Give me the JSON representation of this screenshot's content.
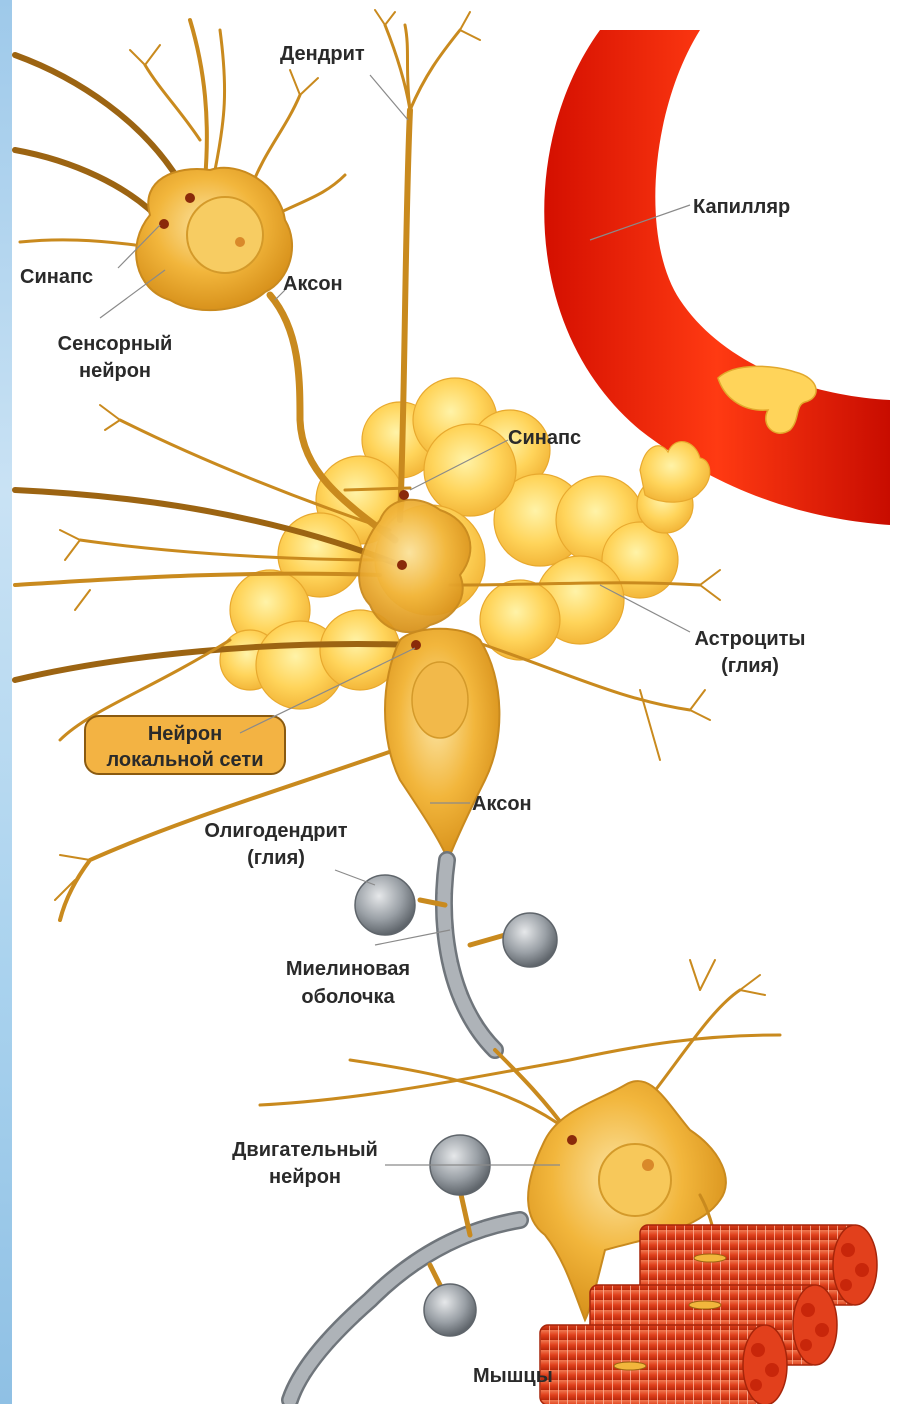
{
  "labels": {
    "dendrite": "Дендрит",
    "capillary": "Капилляр",
    "synapse_top": "Синапс",
    "axon_top": "Аксон",
    "sensory_neuron_line1": "Сенсорный",
    "sensory_neuron_line2": "нейрон",
    "synapse_mid": "Синапс",
    "astrocytes_line1": "Астроциты",
    "astrocytes_line2": "(глия)",
    "local_neuron_line1": "Нейрон",
    "local_neuron_line2": "локальной сети",
    "axon_mid": "Аксон",
    "oligodendrite_line1": "Олигодендрит",
    "oligodendrite_line2": "(глия)",
    "myelin_line1": "Миелиновая",
    "myelin_line2": "оболочка",
    "motor_neuron_line1": "Двигательный",
    "motor_neuron_line2": "нейрон",
    "muscles": "Мышцы"
  },
  "colors": {
    "neuron_fill": "#f2b63c",
    "neuron_light": "#f8d27a",
    "nerve_stroke": "#c98a1e",
    "astrocyte_fill": "#ffd45a",
    "capillary_fill": "#ff1e0a",
    "myelin_fill": "#9aa0a6",
    "muscle_fill": "#e8502e",
    "side_bar": "#a9d2ee"
  }
}
